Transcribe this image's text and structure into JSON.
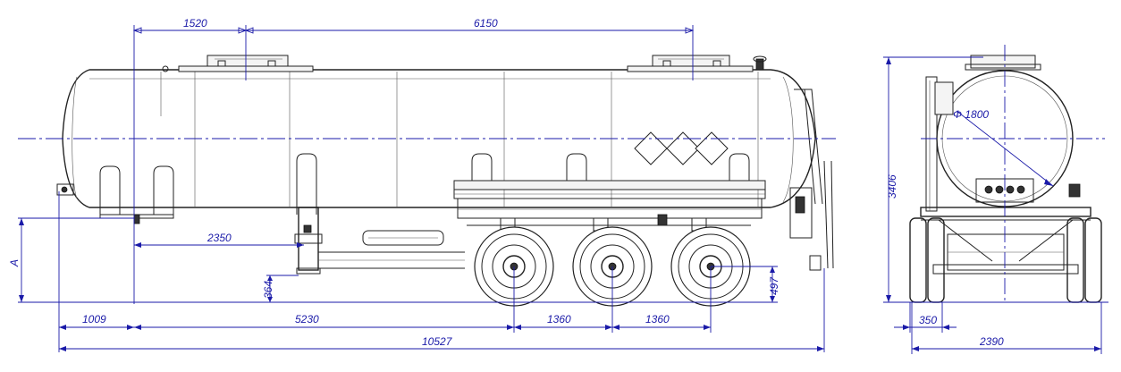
{
  "dimensions": {
    "manhole_offset": "1520",
    "manhole_spacing": "6150",
    "kingpin_to_support": "2350",
    "height_A": "A",
    "support_height": "364",
    "axle_height": "497",
    "front_overhang": "1009",
    "kingpin_to_axle": "5230",
    "axle_spacing_1": "1360",
    "axle_spacing_2": "1360",
    "overall_length": "10527",
    "tank_diameter": "Φ 1800",
    "overall_height": "3406",
    "track_offset": "350",
    "overall_width": "2390"
  },
  "colors": {
    "dimension": "#1a1aa8",
    "outline": "#222222"
  }
}
